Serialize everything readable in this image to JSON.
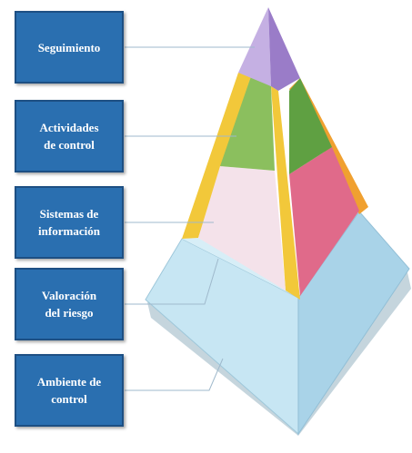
{
  "diagram": {
    "levels": [
      {
        "line1": "Seguimiento",
        "line2": "",
        "color": "#b59ad6"
      },
      {
        "line1": "Actividades",
        "line2": "de control",
        "color": "#8bbf5e"
      },
      {
        "line1": "Sistemas de",
        "line2": "información",
        "color": "#e9c4cf"
      },
      {
        "line1": "Valoración",
        "line2": "del riesgo",
        "color": "#f2c83a"
      },
      {
        "line1": "Ambiente de",
        "line2": "control",
        "color": "#bfe0ef"
      }
    ],
    "colors": {
      "label_fill": "#2a6fb0",
      "label_border": "#1d4f83",
      "connector": "#9fb9cc",
      "pink_right": "#e06a8a",
      "green_right": "#5fa042",
      "orange_edge": "#f0a030",
      "base_left": "#c7e6f3",
      "base_right": "#a9d3e8"
    }
  }
}
